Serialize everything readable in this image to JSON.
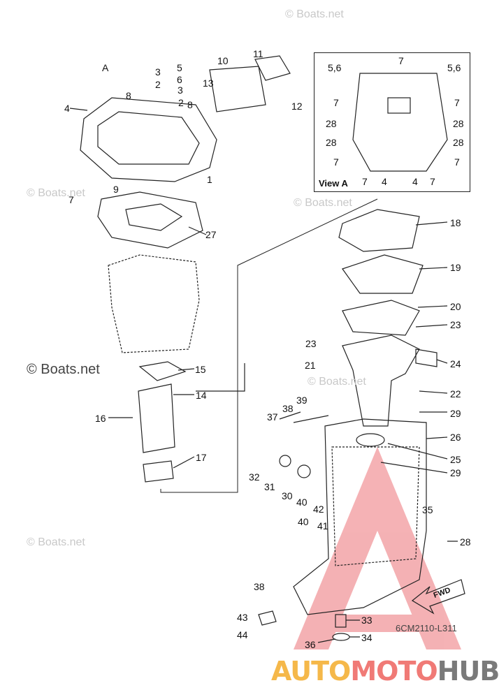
{
  "watermarks": [
    "© Boats.net",
    "© Boats.net",
    "© Boats.net",
    "© Boats.net",
    "© Boats.net",
    "© Boats.net"
  ],
  "view_a": {
    "title": "View A",
    "labels": [
      "5,6",
      "7",
      "5,6",
      "7",
      "7",
      "28",
      "28",
      "28",
      "28",
      "7",
      "7",
      "7",
      "4",
      "4",
      "7"
    ]
  },
  "callouts": [
    "A",
    "3",
    "5",
    "11",
    "10",
    "8",
    "2",
    "6",
    "3",
    "8",
    "2",
    "13",
    "12",
    "4",
    "1",
    "9",
    "7",
    "27",
    "15",
    "14",
    "16",
    "17",
    "18",
    "19",
    "20",
    "23",
    "23",
    "21",
    "24",
    "22",
    "29",
    "26",
    "25",
    "29",
    "39",
    "38",
    "37",
    "32",
    "31",
    "30",
    "40",
    "42",
    "40",
    "41",
    "35",
    "28",
    "38",
    "43",
    "44",
    "33",
    "34",
    "36"
  ],
  "diagram_code": "6CM2110-L311",
  "fwd_label": "FWD",
  "brand": {
    "part1": "AUTO",
    "part2": "MOTO",
    "part3": "HUB"
  },
  "colors": {
    "watermark_triangle": "#e8555a",
    "brand_orange": "#f5b84a",
    "brand_red": "#f07a76",
    "brand_gray": "#7a7a7a"
  }
}
